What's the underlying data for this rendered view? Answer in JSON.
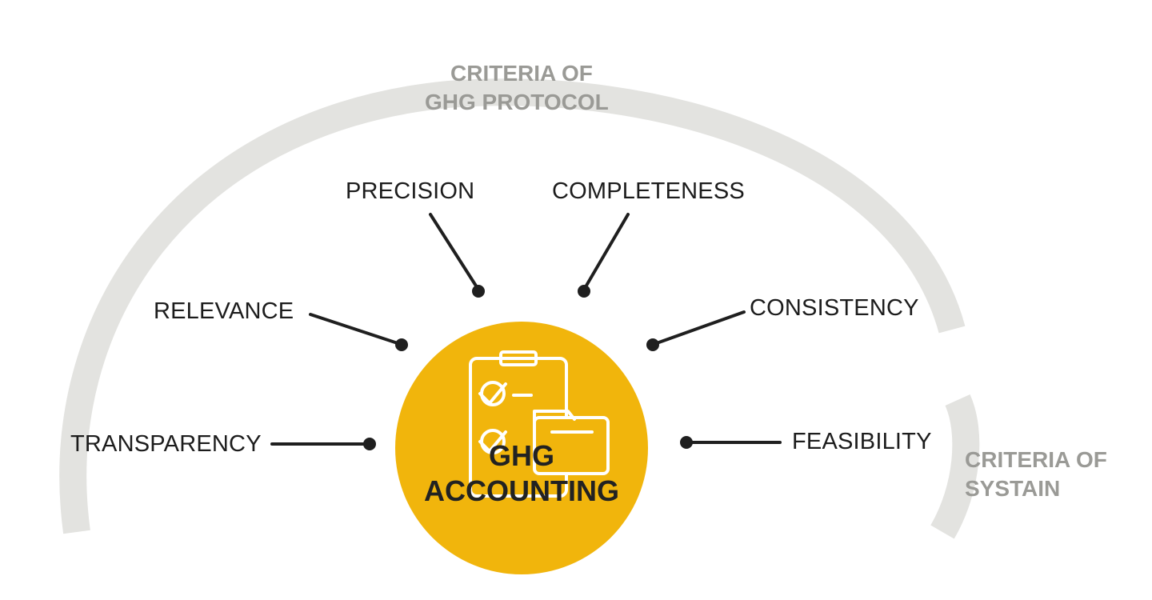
{
  "outer_arc_title": {
    "line1": "CRITERIA OF",
    "line2": "GHG PROTOCOL"
  },
  "inner_arc_title": {
    "line1": "CRITERIA OF",
    "line2": "SYSTAIN"
  },
  "center": {
    "line1": "GHG",
    "line2": "ACCOUNTING",
    "icon": "clipboard-checklist-folder-icon"
  },
  "criteria": {
    "precision": "PRECISION",
    "completeness": "COMPLETENESS",
    "relevance": "RELEVANCE",
    "consistency": "CONSISTENCY",
    "transparency": "TRANSPARENCY",
    "feasibility": "FEASIBILITY"
  },
  "colors": {
    "arc": "#e3e3e0",
    "center_circle": "#f1b50c",
    "connector": "#1f1f1f",
    "arc_title": "#9a9a96",
    "icon_stroke": "#ffffff"
  }
}
